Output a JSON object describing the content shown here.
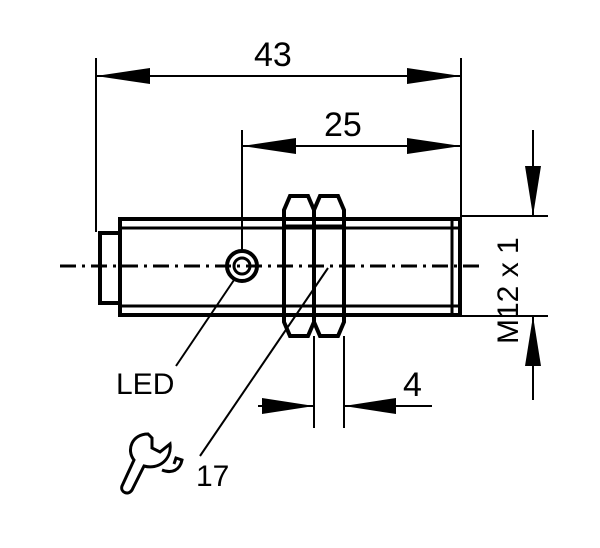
{
  "dimensions": {
    "overall_length": "43",
    "thread_length": "25",
    "nut_width": "4",
    "thread_size": "M12 x 1",
    "wrench_size": "17"
  },
  "labels": {
    "led": "LED"
  },
  "icons": {
    "wrench": "wrench-icon"
  }
}
